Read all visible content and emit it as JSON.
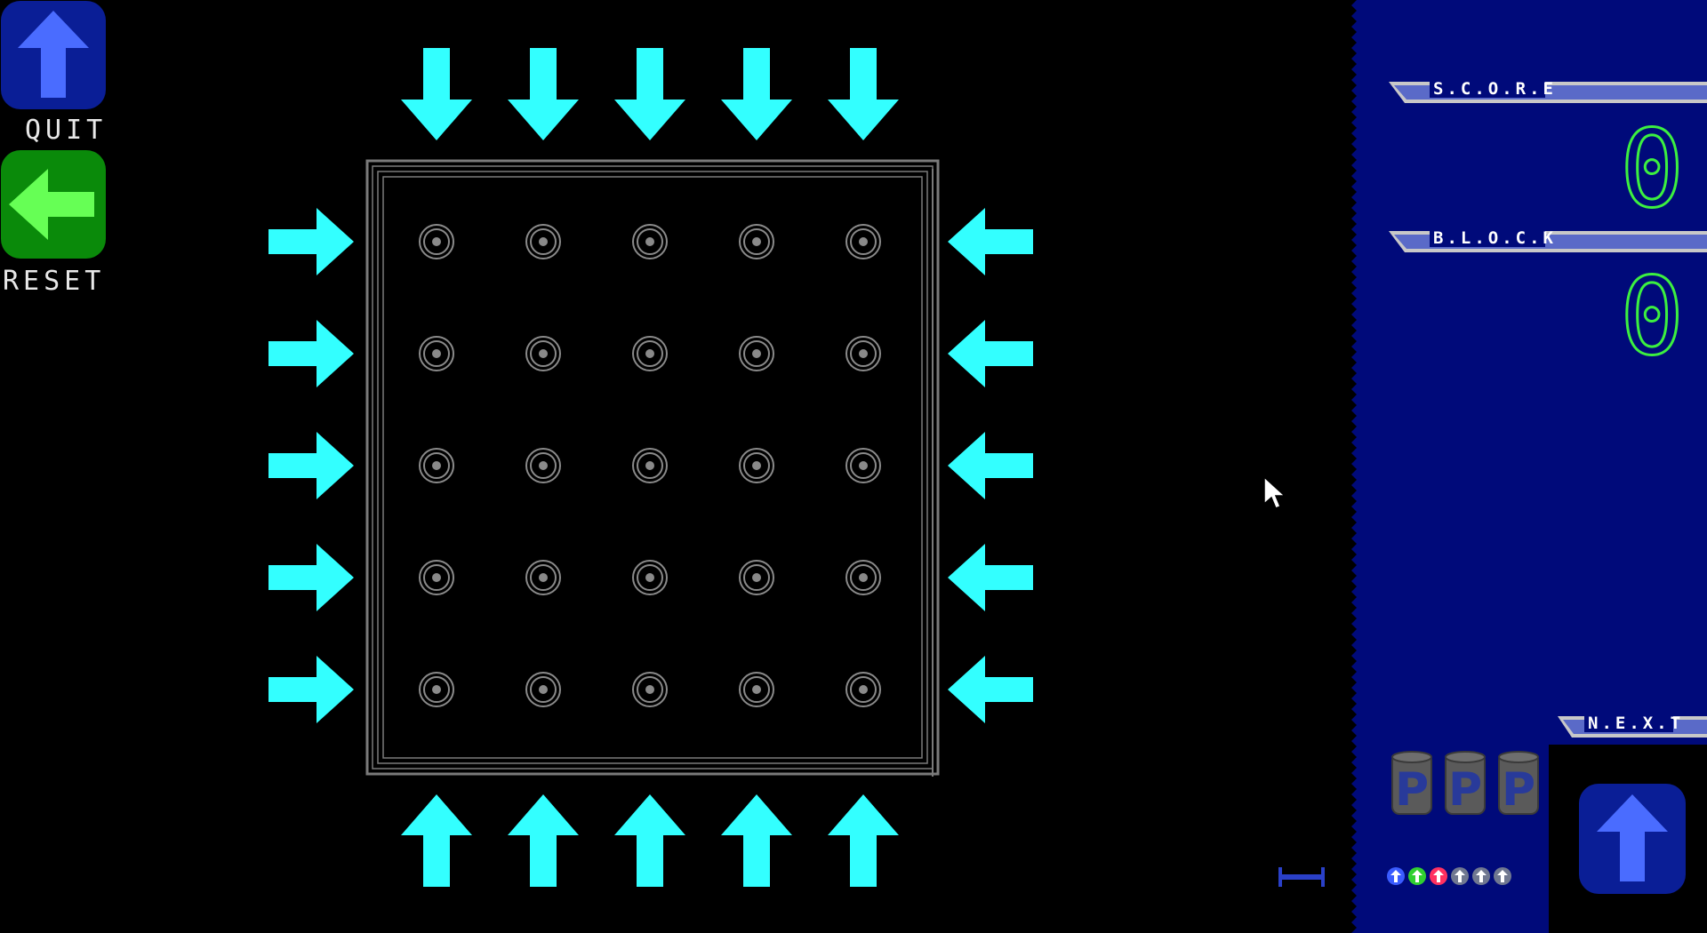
{
  "buttons": {
    "quit": {
      "label": "QUIT",
      "icon": "up-arrow-icon",
      "color": "#0a1e96"
    },
    "reset": {
      "label": "RESET",
      "icon": "left-arrow-icon",
      "color": "#0a8a0a"
    }
  },
  "panel": {
    "background": "#000a7a",
    "score": {
      "title": "S.C.O.R.E",
      "value": "0"
    },
    "block": {
      "title": "B.L.O.C.K",
      "value": "0"
    },
    "next": {
      "title": "N.E.X.T",
      "piece_icon": "up-arrow-icon"
    },
    "p_items": [
      "P",
      "P",
      "P"
    ],
    "mini_arrows": [
      {
        "icon": "up-arrow-icon",
        "color": "#3a5cff"
      },
      {
        "icon": "up-arrow-icon",
        "color": "#30d030"
      },
      {
        "icon": "up-arrow-icon",
        "color": "#ff3060"
      },
      {
        "icon": "up-arrow-icon",
        "color": "#707890"
      },
      {
        "icon": "up-arrow-icon",
        "color": "#707890"
      },
      {
        "icon": "up-arrow-icon",
        "color": "#707890"
      }
    ]
  },
  "board": {
    "rows": 5,
    "cols": 5,
    "arrow_color": "#33ffff",
    "peg_color": "#8a8a8a",
    "frame_color": "#7a7a7a"
  }
}
